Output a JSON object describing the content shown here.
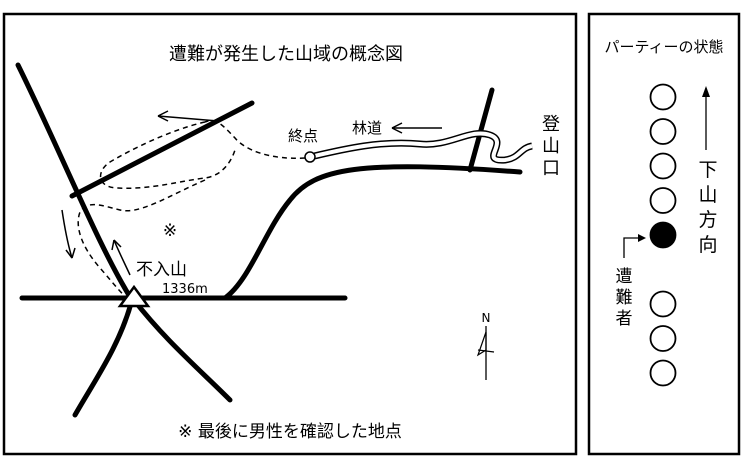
{
  "map": {
    "title": "遭難が発生した山域の概念図",
    "trailhead": [
      "登",
      "山",
      "口"
    ],
    "end_point": "終点",
    "forest_road": "林道",
    "mark_symbol": "※",
    "peak_name": "不入山",
    "peak_elevation": "1336m",
    "north_label": "N",
    "note": "※ 最後に男性を確認した地点"
  },
  "party": {
    "title": "パーティーの状態",
    "direction": [
      "下",
      "山",
      "方",
      "向"
    ],
    "victim_label": [
      "遭",
      "難",
      "者"
    ],
    "members": [
      {
        "state": "open"
      },
      {
        "state": "open"
      },
      {
        "state": "open"
      },
      {
        "state": "open"
      },
      {
        "state": "victim"
      },
      {
        "state": "gap"
      },
      {
        "state": "open"
      },
      {
        "state": "open"
      },
      {
        "state": "open"
      }
    ]
  }
}
